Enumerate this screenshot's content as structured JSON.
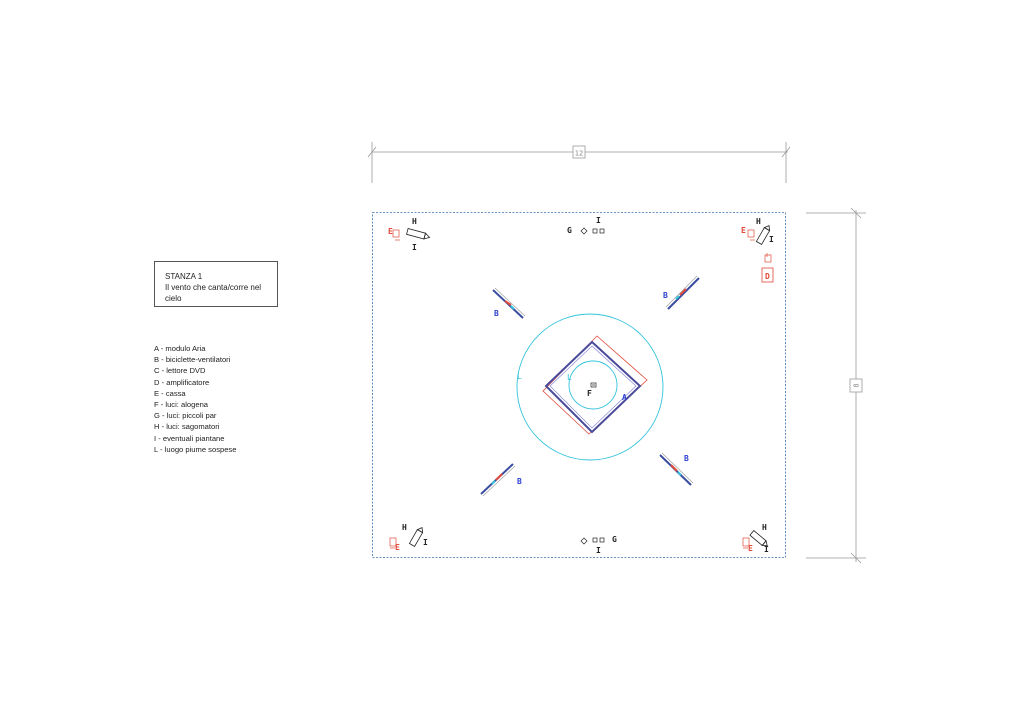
{
  "title": {
    "line1": "STANZA 1",
    "line2": "Il vento che canta/corre nel cielo"
  },
  "legend": [
    "A - modulo Aria",
    "B - biciclette-ventilatori",
    "C - lettore DVD",
    "D - amplificatore",
    "E - cassa",
    "F - luci: alogena",
    "G - luci: piccoli par",
    "H - luci: sagomatori",
    "I - eventuali piantane",
    "L - luogo piume sospese"
  ],
  "dimensions": {
    "width": "12",
    "height": "8"
  },
  "labels": {
    "A": "A",
    "B": "B",
    "D": "D",
    "E": "E",
    "F": "F",
    "G": "G",
    "H": "H",
    "I": "I",
    "L": "L"
  },
  "colors": {
    "outline": "#3a6fb0",
    "circle": "#33c3dc",
    "red": "#e04a3a",
    "blue": "#2a3fd0",
    "dim": "#999999",
    "text": "#222222"
  }
}
